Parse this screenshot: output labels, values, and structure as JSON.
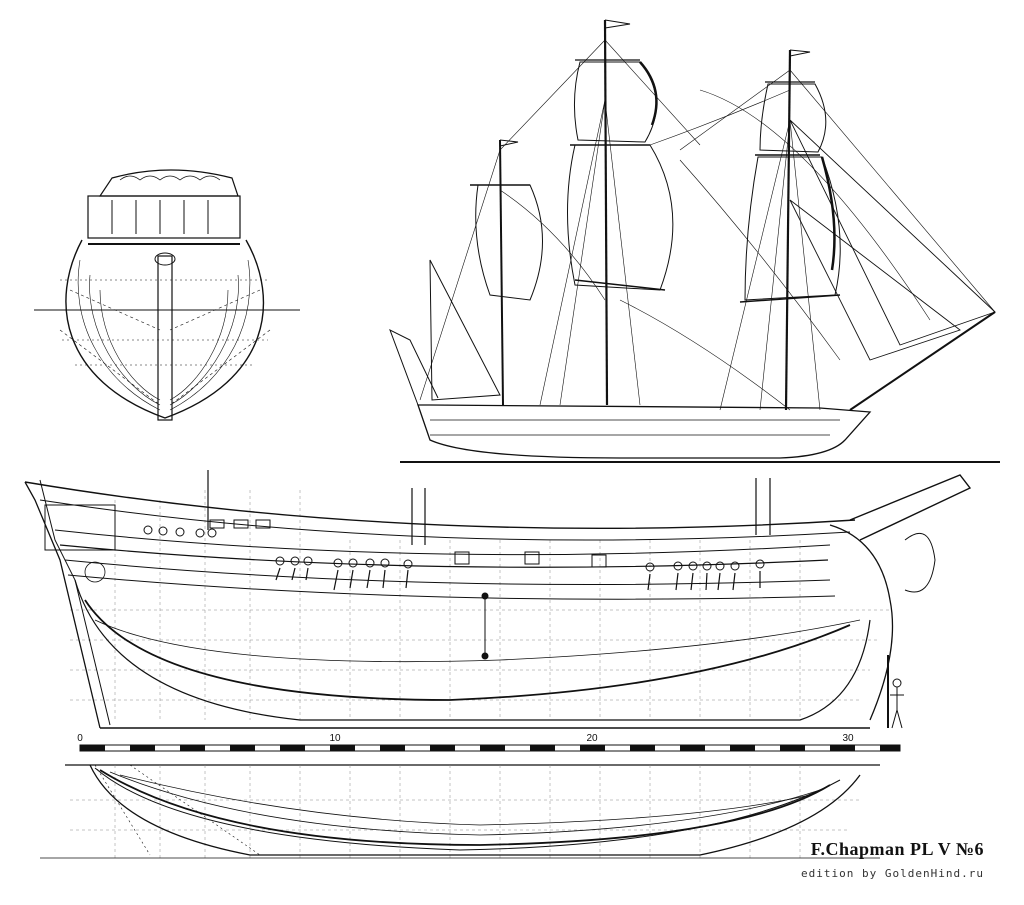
{
  "plate": {
    "title": "F.Chapman PL V  №6",
    "credit": "edition by GoldenHind.ru"
  },
  "scale": {
    "labels": [
      "0",
      "10",
      "20",
      "30"
    ]
  },
  "colors": {
    "ink": "#111111",
    "paper": "#ffffff",
    "grid": "#888888"
  }
}
